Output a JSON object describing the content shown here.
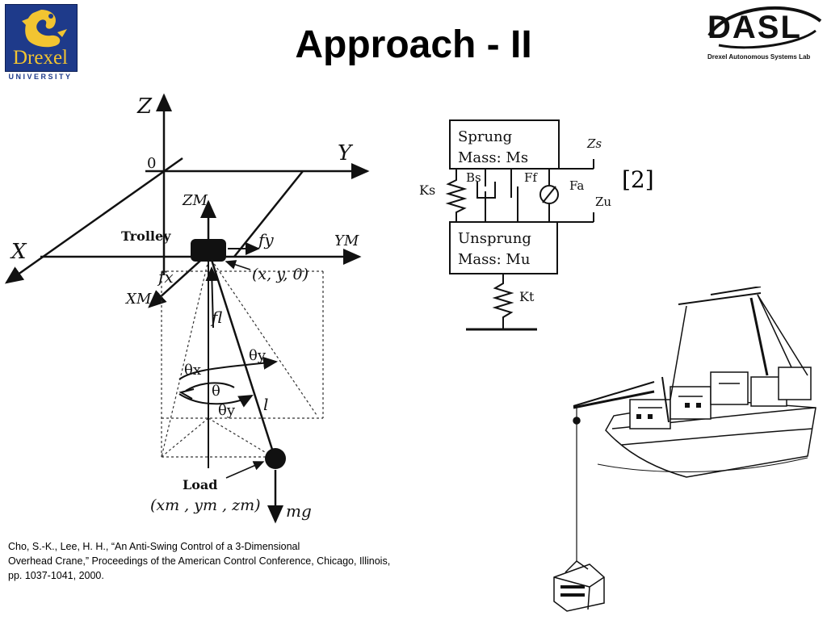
{
  "slide": {
    "title": "Approach - II",
    "reference_tag": "[2]",
    "citation": {
      "line1": "Cho, S.-K., Lee, H. H., “An Anti-Swing Control of a 3-Dimensional",
      "line2": "Overhead Crane,” Proceedings of the American Control Conference, Chicago, Illinois,",
      "line3": "pp. 1037-1041, 2000."
    }
  },
  "logos": {
    "drexel": {
      "word": "Drexel",
      "sub": "UNIVERSITY"
    },
    "dasl": {
      "word": "DASL",
      "sub": "Drexel Autonomous Systems Lab"
    }
  },
  "crane_diagram": {
    "axis_z": "Z",
    "axis_y": "Y",
    "axis_x": "X",
    "origin": "0",
    "axis_zm": "ZM",
    "axis_ym": "YM",
    "axis_xm": "XM",
    "trolley": "Trolley",
    "force_fy": "fy",
    "force_fx": "fx",
    "force_fl": "fl",
    "trolley_pos": "(x, y, 0)",
    "theta_x": "θx",
    "theta": "θ",
    "theta_y_upper": "θy",
    "theta_y_lower": "θy",
    "length": "l",
    "load": "Load",
    "load_pos": "(xm , ym , zm)",
    "gravity": "mg"
  },
  "suspension_diagram": {
    "sprung_line1": "Sprung",
    "sprung_line2": "Mass:  Ms",
    "unsprung_line1": "Unsprung",
    "unsprung_line2": "Mass:  Mu",
    "ks": "Ks",
    "bs": "Bs",
    "ff": "Ff",
    "fa": "Fa",
    "zs": "Zs",
    "zu": "Zu",
    "kt": "Kt"
  },
  "colors": {
    "drexel_blue": "#1e3a8a",
    "drexel_gold": "#f2c431"
  }
}
